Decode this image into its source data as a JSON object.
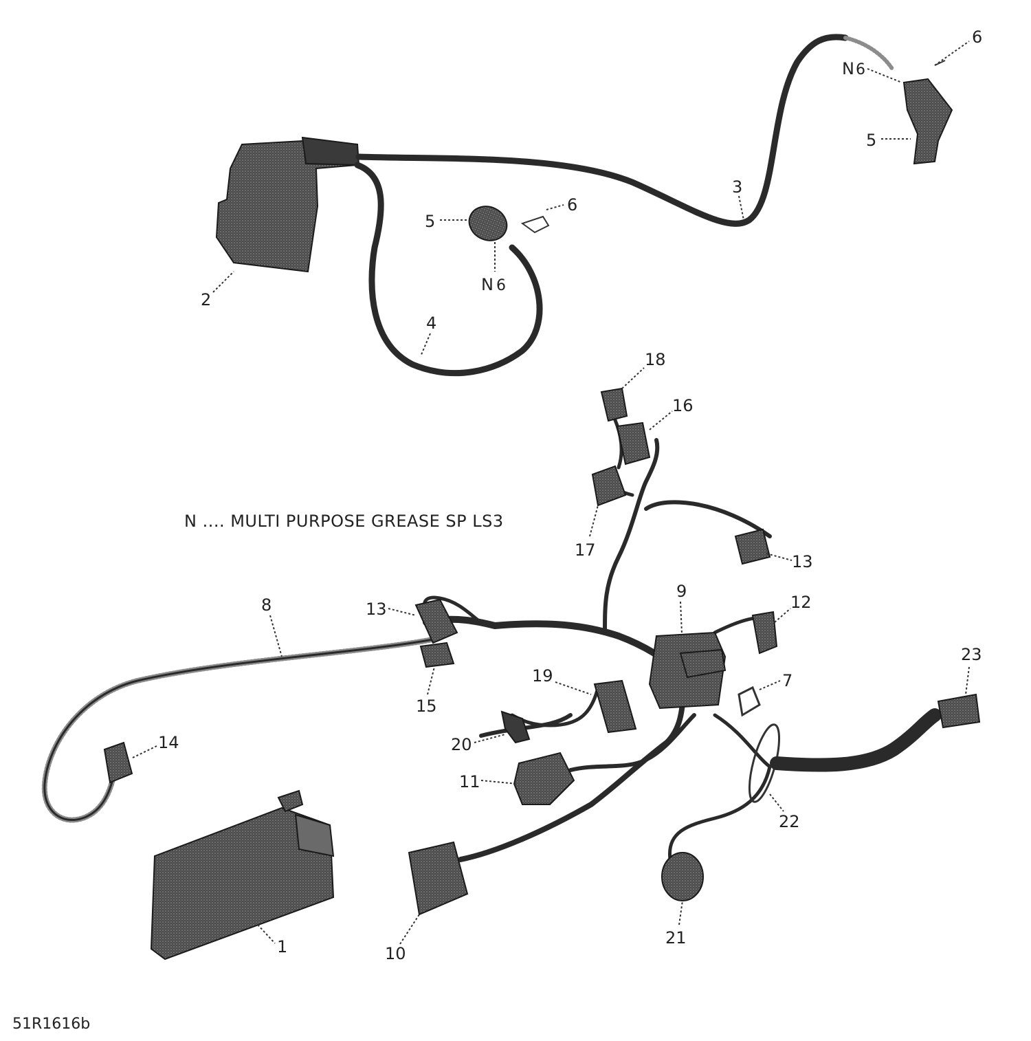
{
  "note": "N .... MULTI PURPOSE GREASE SP LS3",
  "drawing_code": "51R1616b",
  "grease_mark": "N",
  "callouts": {
    "c1": "1",
    "c2": "2",
    "c3": "3",
    "c4": "4",
    "c5a": "5",
    "c5b": "5",
    "c6a": "6",
    "c6b": "6",
    "c7": "7",
    "c8": "8",
    "c9": "9",
    "c10": "10",
    "c11": "11",
    "c12": "12",
    "c13a": "13",
    "c13b": "13",
    "c14": "14",
    "c15": "15",
    "c16": "16",
    "c17": "17",
    "c18": "18",
    "c19": "19",
    "c20": "20",
    "c21": "21",
    "c22": "22",
    "c23": "23"
  }
}
